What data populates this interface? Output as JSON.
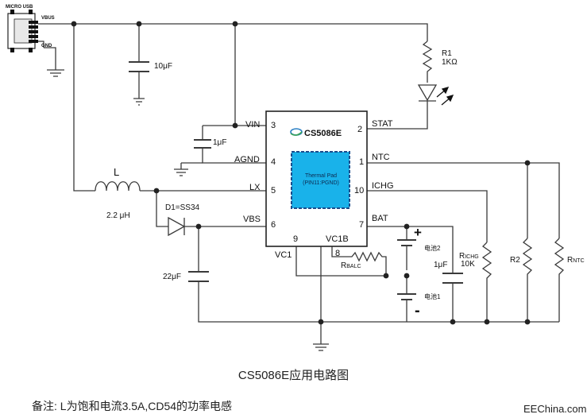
{
  "title": "CS5086E应用电路图",
  "note": "备注: L为饱和电流3.5A,CD54的功率电感",
  "brand": "EEChina.com",
  "chip": {
    "name": "CS5086E",
    "pad_line1": "Thermal Pad",
    "pad_line2": "(PIN11:PGND)",
    "pins": {
      "vin": "VIN",
      "vin_num": "3",
      "agnd": "AGND",
      "agnd_num": "4",
      "lx": "LX",
      "lx_num": "5",
      "vbs": "VBS",
      "vbs_num": "6",
      "stat": "STAT",
      "stat_num": "2",
      "ntc": "NTC",
      "ntc_num": "1",
      "ichg": "ICHG",
      "ichg_num": "10",
      "bat": "BAT",
      "bat_num": "7",
      "vc1": "VC1",
      "vc1_num": "9",
      "vc1b": "VC1B",
      "vc1b_num": "8"
    }
  },
  "usb": {
    "title": "MICRO USB",
    "vbus": "VBUS",
    "gnd": "GND"
  },
  "components": {
    "c_in": "10μF",
    "c_vin": "1μF",
    "r1_name": "R1",
    "r1_value": "1KΩ",
    "inductor_name": "L",
    "inductor_value": "2.2 μH",
    "diode": "D1=SS34",
    "c_out": "22μF",
    "c_bat": "1μF",
    "rbalc_main": "R",
    "rbalc_sub": "BALC",
    "richg_main": "R",
    "richg_sub": "ICHG",
    "richg_value": "10K",
    "r2": "R2",
    "rntc_main": "R",
    "rntc_sub": "NTC",
    "cell2": "电池2",
    "cell1": "电池1",
    "plus": "+",
    "minus": "-"
  },
  "colors": {
    "wire": "#3a3a3a",
    "chip_border": "#222222",
    "pad_fill": "#19b2ea",
    "pad_border": "#1a4c8c",
    "logo_blue": "#2a7fc4",
    "logo_green": "#3aa35a"
  }
}
